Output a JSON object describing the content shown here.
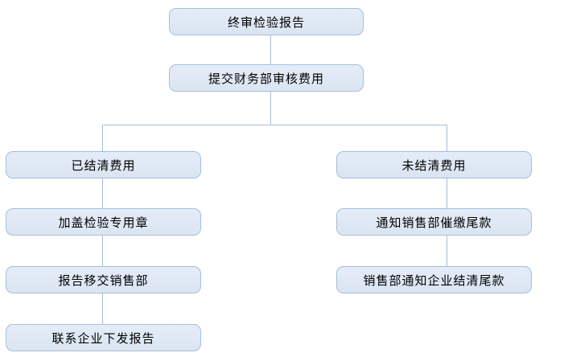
{
  "diagram": {
    "type": "flowchart",
    "colors": {
      "node_fill": "#dbe5f2",
      "node_fill_top": "#e4ecf8",
      "node_border": "#a7bdda",
      "connector": "#a9bdd6",
      "text": "#000000"
    },
    "nodes": {
      "final_report": "终审检验报告",
      "submit_finance": "提交财务部审核费用",
      "settled": "已结清费用",
      "stamp_seal": "加盖检验专用章",
      "report_to_sales": "报告移交销售部",
      "contact_enterprise": "联系企业下发报告",
      "unsettled": "未结清费用",
      "notify_sales_collect": "通知销售部催缴尾款",
      "sales_notify_enterprise": "销售部通知企业结清尾款"
    },
    "edges": [
      {
        "from": "final_report",
        "to": "submit_finance"
      },
      {
        "from": "submit_finance",
        "to": "settled"
      },
      {
        "from": "submit_finance",
        "to": "unsettled"
      },
      {
        "from": "settled",
        "to": "stamp_seal"
      },
      {
        "from": "stamp_seal",
        "to": "report_to_sales"
      },
      {
        "from": "report_to_sales",
        "to": "contact_enterprise"
      },
      {
        "from": "unsettled",
        "to": "notify_sales_collect"
      },
      {
        "from": "notify_sales_collect",
        "to": "sales_notify_enterprise"
      }
    ]
  }
}
